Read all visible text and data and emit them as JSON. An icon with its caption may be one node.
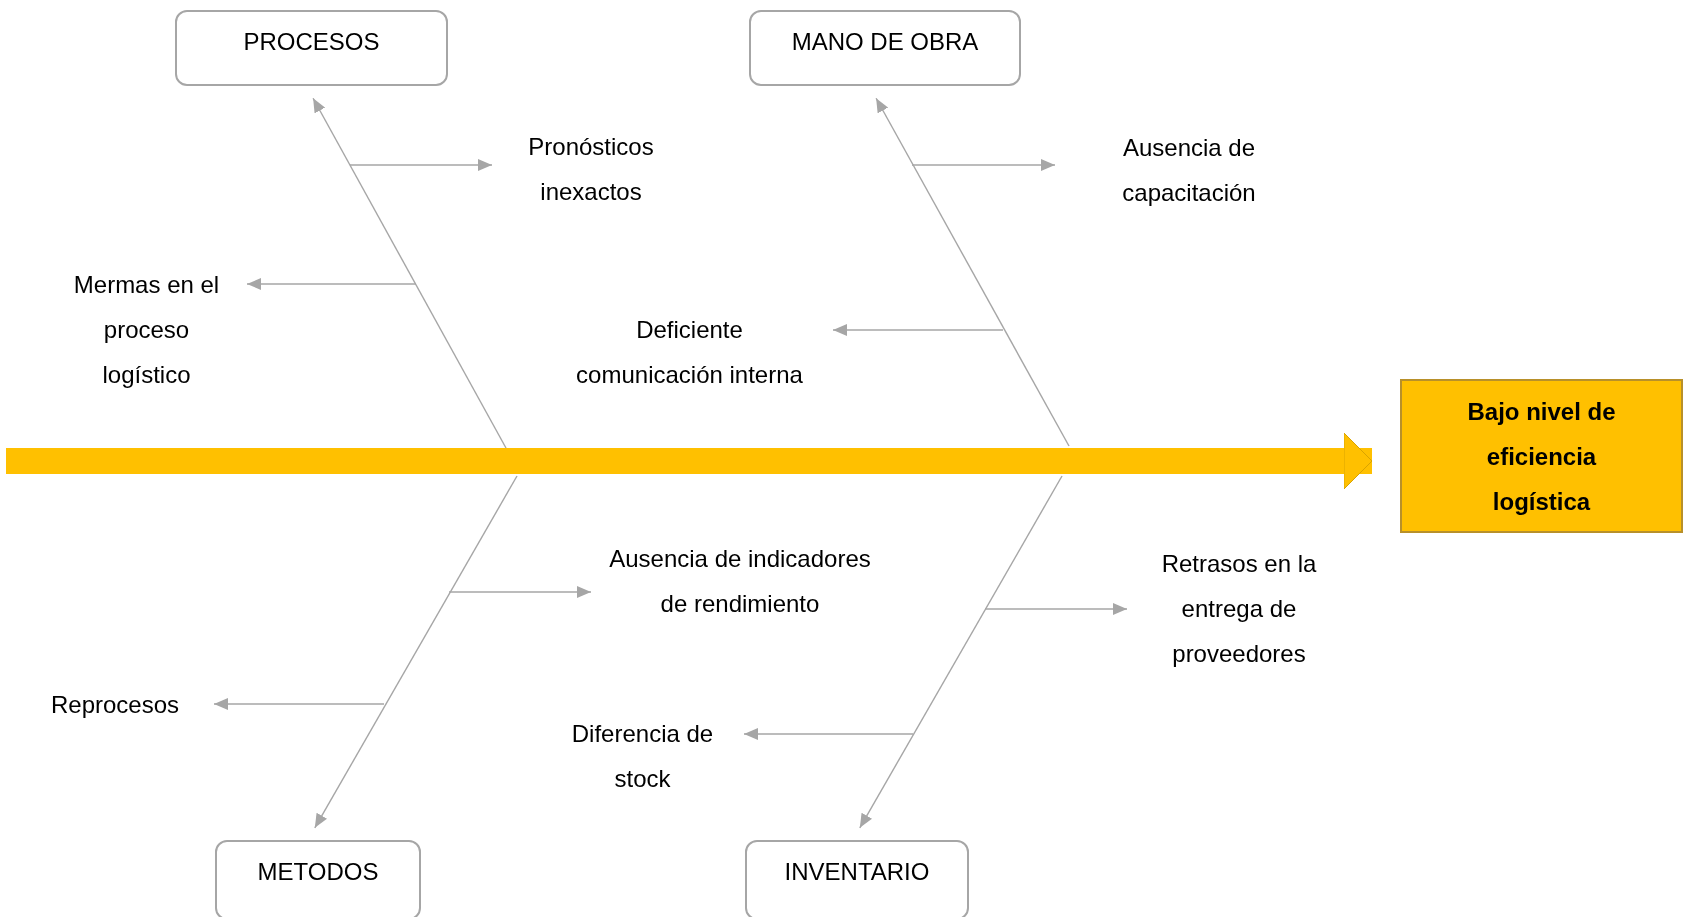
{
  "diagram": {
    "nodes": [
      {
        "text": [
          "PROCESOS"
        ]
      },
      {
        "text": [
          "MANO DE OBRA"
        ]
      },
      {
        "text": [
          "Pronósticos inexactos"
        ]
      },
      {
        "text": [
          "Ausencia de capacitación"
        ]
      },
      {
        "text": [
          "Mermas en el proceso logístico"
        ]
      },
      {
        "text": [
          "Deficiente comunicación interna"
        ]
      },
      {
        "text": [
          "Bajo nivel de eficiencia logística"
        ]
      },
      {
        "text": [
          "Ausencia de indicadores de rendimiento"
        ]
      },
      {
        "text": [
          "Retrasos en la entrega de proveedores"
        ]
      },
      {
        "text": [
          "Reprocesos"
        ]
      },
      {
        "text": [
          "Diferencia de stock"
        ]
      },
      {
        "text": [
          "METODOS"
        ]
      },
      {
        "text": [
          "INVENTARIO"
        ]
      }
    ],
    "edges": [
      {
        "from": null,
        "to": 6,
        "arrow": "to",
        "style": "thick",
        "color": "#ffc000"
      },
      {
        "from": null,
        "to": 0,
        "arrow": "to"
      },
      {
        "from": null,
        "to": 1,
        "arrow": "to"
      },
      {
        "from": null,
        "to": 11,
        "arrow": "to"
      },
      {
        "from": null,
        "to": 12,
        "arrow": "to"
      },
      {
        "from": null,
        "to": 2,
        "arrow": "to"
      },
      {
        "from": null,
        "to": 4,
        "arrow": "to"
      },
      {
        "from": null,
        "to": 3,
        "arrow": "to"
      },
      {
        "from": null,
        "to": 5,
        "arrow": "to"
      },
      {
        "from": null,
        "to": 7,
        "arrow": "to"
      },
      {
        "from": null,
        "to": 9,
        "arrow": "to"
      },
      {
        "from": null,
        "to": 8,
        "arrow": "to"
      },
      {
        "from": null,
        "to": 10,
        "arrow": "to"
      }
    ]
  }
}
